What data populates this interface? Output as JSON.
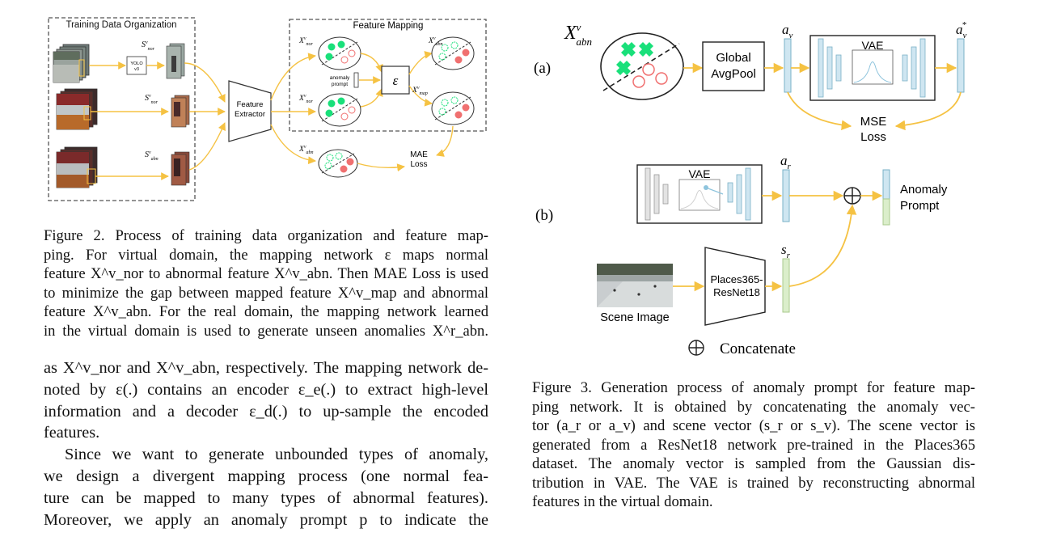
{
  "figure2": {
    "panel_titles": {
      "training": "Training Data Organization",
      "mapping": "Feature Mapping"
    },
    "labels": {
      "yolo": "YOLO",
      "yolo_version": "v3",
      "extractor_line1": "Feature",
      "extractor_line2": "Extractor",
      "prompt_line1": "anomaly",
      "prompt_line2": "prompt",
      "epsilon": "ε",
      "mae_line1": "MAE",
      "mae_line2": "Loss",
      "s_nor": "S",
      "s_abn": "S",
      "x_nor": "X",
      "x_abn": "X",
      "x_map": "X",
      "sup_v": "v",
      "sub_nor": "nor",
      "sub_abn": "abn",
      "sub_map": "map"
    },
    "caption": [
      "Figure 2.  Process of training data organization and feature map-",
      "ping.  For virtual domain, the mapping network ε maps normal",
      "feature X^v_nor to abnormal feature X^v_abn. Then MAE Loss is used",
      "to minimize the gap between mapped feature X^v_map and abnormal",
      "feature X^v_abn. For the real domain, the mapping network learned",
      "in the virtual domain is used to generate unseen anomalies X^r_abn."
    ]
  },
  "left_body": {
    "lines": [
      "as X^v_nor and X^v_abn, respectively. The mapping network de-",
      "noted by ε(.) contains an encoder ε_e(.) to extract high-level",
      "information and a decoder ε_d(.) to up-sample the encoded",
      "features.",
      "Since we want to generate unbounded types of anomaly,",
      "we design a divergent mapping process (one normal fea-",
      "ture can be mapped to many types of abnormal features).",
      "Moreover, we apply an anomaly prompt p to indicate the"
    ]
  },
  "figure3": {
    "panel_a": "(a)",
    "panel_b": "(b)",
    "x_abn_main": "X",
    "x_abn_sup": "v",
    "x_abn_sub": "abn",
    "global_line1": "Global",
    "global_line2": "AvgPool",
    "a_v_main": "a",
    "a_v_sub": "v",
    "a_v_star_sup": "*",
    "vae_label": "VAE",
    "mse_line1": "MSE",
    "mse_line2": "Loss",
    "a_r_main": "a",
    "a_r_sub": "r",
    "s_r_main": "s",
    "s_r_sub": "r",
    "places_line1": "Places365-",
    "places_line2": "ResNet18",
    "scene_image": "Scene Image",
    "anomaly_line1": "Anomaly",
    "anomaly_line2": "Prompt",
    "legend_symbol": "⊕",
    "legend_concat": "Concatenate",
    "caption": [
      "Figure 3. Generation process of anomaly prompt for feature map-",
      "ping network.  It is obtained by concatenating the anomaly vec-",
      "tor (a_r or a_v) and scene vector (s_r or s_v).  The scene vector is",
      "generated from a ResNet18 network pre-trained in the Places365",
      "dataset.  The anomaly vector is sampled from the Gaussian dis-",
      "tribution in VAE. The VAE is trained by reconstructing abnormal",
      "features in the virtual domain."
    ]
  },
  "colors": {
    "arrow": "#f5c243",
    "box_blue": "#cfe6f1",
    "box_green": "#dbeecb",
    "cross_green": "#19e07a",
    "circle_red": "#f07070"
  }
}
